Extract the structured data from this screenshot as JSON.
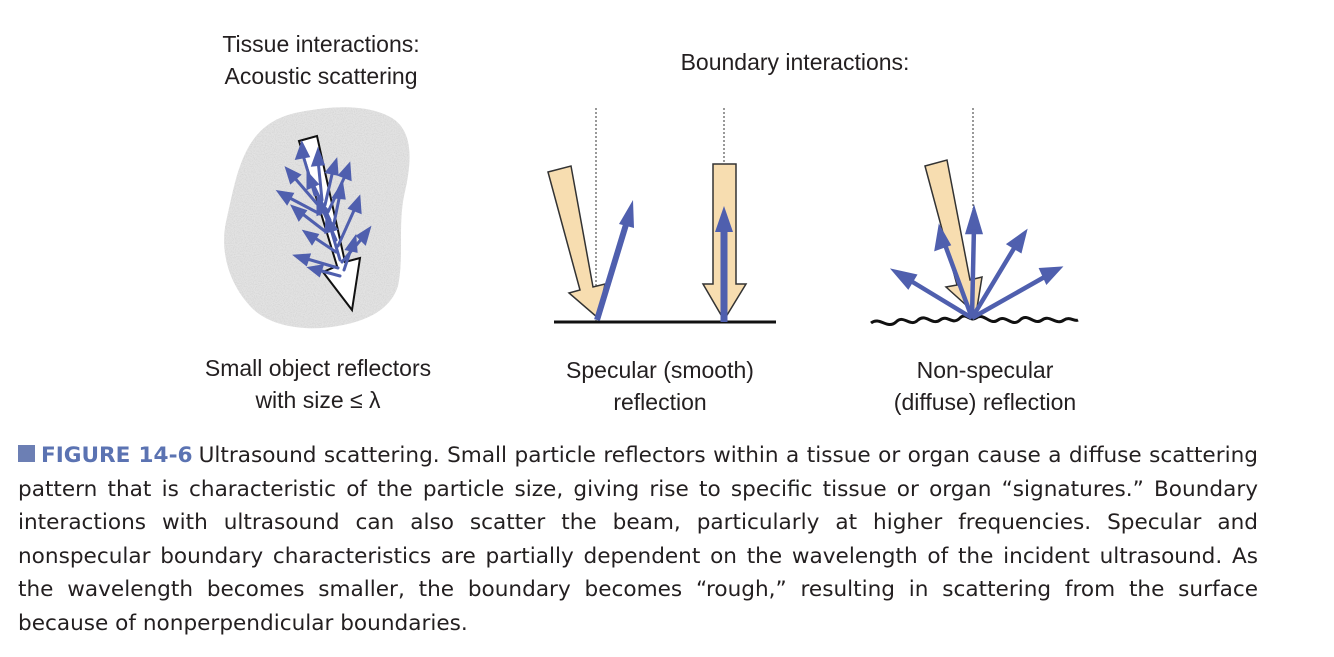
{
  "tissue_panel": {
    "heading_line1": "Tissue interactions:",
    "heading_line2": "Acoustic scattering",
    "caption_line1": "Small object reflectors",
    "caption_line2": "with size ≤ λ"
  },
  "boundary_heading": "Boundary interactions:",
  "specular_panel": {
    "caption_line1": "Specular (smooth)",
    "caption_line2": "reflection"
  },
  "nonspecular_panel": {
    "caption_line1": "Non-specular",
    "caption_line2": "(diffuse) reflection"
  },
  "figure_caption": {
    "label": "FIGURE 14-6",
    "text": "Ultrasound scattering. Small particle reflectors within a tissue or organ cause a diffuse scattering pattern that is characteristic of the particle size, giving rise to specific tissue or organ “signatures.” Boundary interactions with ultrasound can also scatter the beam, particularly at higher frequencies. Specular and nonspecular boundary characteristics are partially dependent on the wavelength of the incident ultrasound. As the wavelength becomes smaller, the boundary becomes “rough,” resulting in scattering from the surface because of nonperpendicular boundaries."
  },
  "colors": {
    "incident_arrow_fill": "#f7ddb0",
    "reflected_arrow": "#4f5fae",
    "tissue_fill": "#e4e4e4",
    "caption_label": "#5b73b2"
  }
}
